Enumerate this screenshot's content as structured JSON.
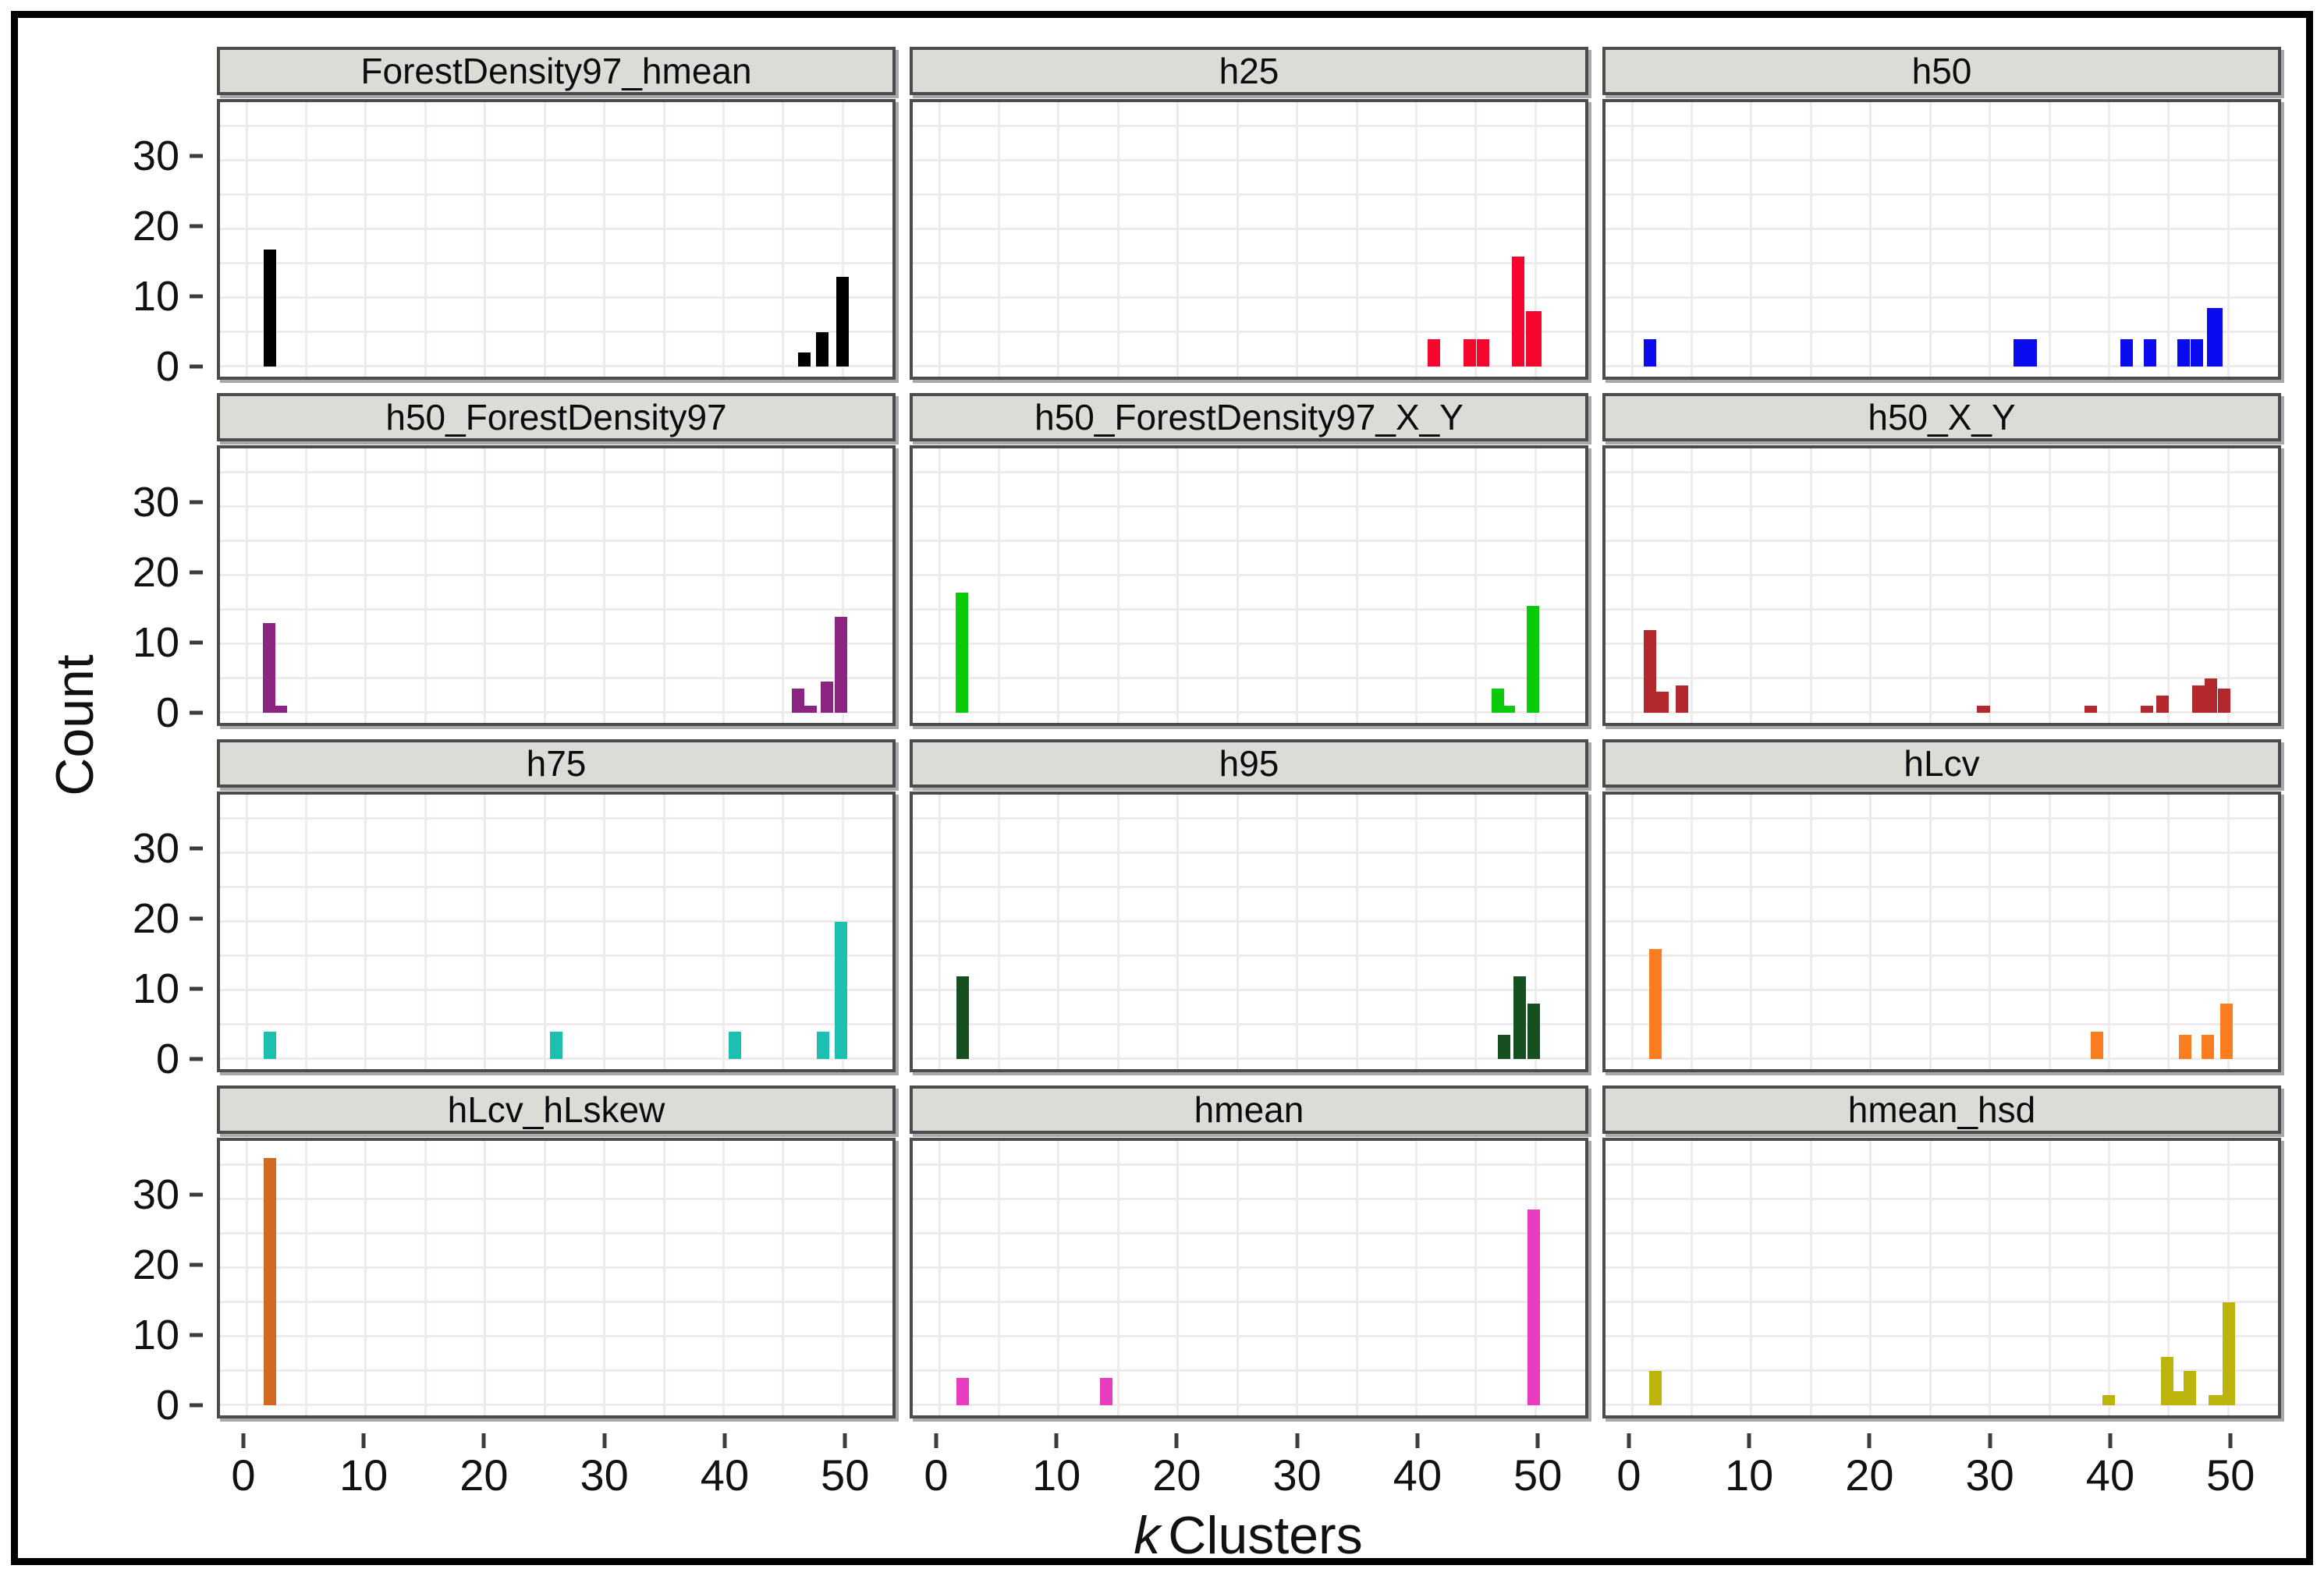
{
  "figure": {
    "background": "#ffffff",
    "border_color": "#000000",
    "strip_bg": "#d9dcd7",
    "panel_border": "#4c4c4c",
    "grid_color": "#efebeb"
  },
  "chart_data": {
    "type": "bar",
    "title": "",
    "xlabel": "k Clusters",
    "xlabel_italic": "k",
    "xlabel_rest": "Clusters",
    "ylabel": "Count",
    "x_ticks": [
      0,
      10,
      20,
      30,
      40,
      50
    ],
    "y_ticks": [
      0,
      10,
      20,
      30
    ],
    "x_range": [
      -2.2,
      54.2
    ],
    "y_range": [
      -1.5,
      38.5
    ],
    "grid_step": 5,
    "grid_on": true,
    "legend": "none",
    "facet_layout": {
      "rows": 4,
      "cols": 3
    },
    "facets": [
      {
        "name": "ForestDensity97_hmean",
        "color": "#000000",
        "bars": [
          {
            "x": 2,
            "h": 17
          },
          {
            "x": 46.8,
            "h": 2
          },
          {
            "x": 48.3,
            "h": 5
          },
          {
            "x": 50,
            "h": 13
          }
        ]
      },
      {
        "name": "h25",
        "color": "#f5062c",
        "bars": [
          {
            "x": 41.5,
            "h": 4
          },
          {
            "x": 44.5,
            "h": 4
          },
          {
            "x": 45.6,
            "h": 4
          },
          {
            "x": 48.6,
            "h": 16
          },
          {
            "x": 49.9,
            "h": 8,
            "w": 1.3
          }
        ]
      },
      {
        "name": "h50",
        "color": "#0b0bef",
        "bars": [
          {
            "x": 1.5,
            "h": 4
          },
          {
            "x": 33,
            "h": 4,
            "w": 2
          },
          {
            "x": 41.5,
            "h": 4
          },
          {
            "x": 43.5,
            "h": 4
          },
          {
            "x": 46.3,
            "h": 4
          },
          {
            "x": 47.4,
            "h": 4
          },
          {
            "x": 48.9,
            "h": 8.5,
            "w": 1.25
          }
        ]
      },
      {
        "name": "h50_ForestDensity97",
        "color": "#8b2581",
        "bars": [
          {
            "x": 1.9,
            "h": 13
          },
          {
            "x": 2.9,
            "h": 1
          },
          {
            "x": 46.3,
            "h": 3.5
          },
          {
            "x": 47.3,
            "h": 1
          },
          {
            "x": 48.7,
            "h": 4.5
          },
          {
            "x": 49.9,
            "h": 14
          }
        ]
      },
      {
        "name": "h50_ForestDensity97_X_Y",
        "color": "#0aca0a",
        "bars": [
          {
            "x": 1.9,
            "h": 17.5
          },
          {
            "x": 46.9,
            "h": 3.5
          },
          {
            "x": 47.8,
            "h": 1
          },
          {
            "x": 49.8,
            "h": 15.5
          }
        ]
      },
      {
        "name": "h50_X_Y",
        "color": "#b3282d",
        "bars": [
          {
            "x": 1.5,
            "h": 12
          },
          {
            "x": 2.6,
            "h": 3
          },
          {
            "x": 4.2,
            "h": 4
          },
          {
            "x": 29.5,
            "h": 1
          },
          {
            "x": 38.5,
            "h": 1
          },
          {
            "x": 43.2,
            "h": 1
          },
          {
            "x": 44.5,
            "h": 2.5
          },
          {
            "x": 47.5,
            "h": 4
          },
          {
            "x": 48.6,
            "h": 5
          },
          {
            "x": 49.7,
            "h": 3.5
          }
        ]
      },
      {
        "name": "h75",
        "color": "#1dbfb2",
        "bars": [
          {
            "x": 2,
            "h": 4
          },
          {
            "x": 26,
            "h": 4
          },
          {
            "x": 41,
            "h": 4
          },
          {
            "x": 48.4,
            "h": 4
          },
          {
            "x": 49.9,
            "h": 20
          }
        ]
      },
      {
        "name": "h95",
        "color": "#175020",
        "bars": [
          {
            "x": 2,
            "h": 12
          },
          {
            "x": 47.4,
            "h": 3.5
          },
          {
            "x": 48.7,
            "h": 12
          },
          {
            "x": 49.9,
            "h": 8
          }
        ]
      },
      {
        "name": "hLcv",
        "color": "#fb7d20",
        "bars": [
          {
            "x": 2,
            "h": 16
          },
          {
            "x": 39,
            "h": 4
          },
          {
            "x": 46.4,
            "h": 3.5
          },
          {
            "x": 48.3,
            "h": 3.5
          },
          {
            "x": 49.9,
            "h": 8
          }
        ]
      },
      {
        "name": "hLcv_hLskew",
        "color": "#d2691e",
        "bars": [
          {
            "x": 2,
            "h": 36
          }
        ]
      },
      {
        "name": "hmean",
        "color": "#e93cbe",
        "bars": [
          {
            "x": 2,
            "h": 4
          },
          {
            "x": 14,
            "h": 4
          },
          {
            "x": 49.9,
            "h": 28.5
          }
        ]
      },
      {
        "name": "hmean_hsd",
        "color": "#bdb40b",
        "bars": [
          {
            "x": 2,
            "h": 5
          },
          {
            "x": 40,
            "h": 1.5
          },
          {
            "x": 44.9,
            "h": 7
          },
          {
            "x": 45.9,
            "h": 2
          },
          {
            "x": 46.8,
            "h": 5
          },
          {
            "x": 49,
            "h": 1.5,
            "w": 1.3
          },
          {
            "x": 50.1,
            "h": 15
          }
        ]
      }
    ]
  }
}
